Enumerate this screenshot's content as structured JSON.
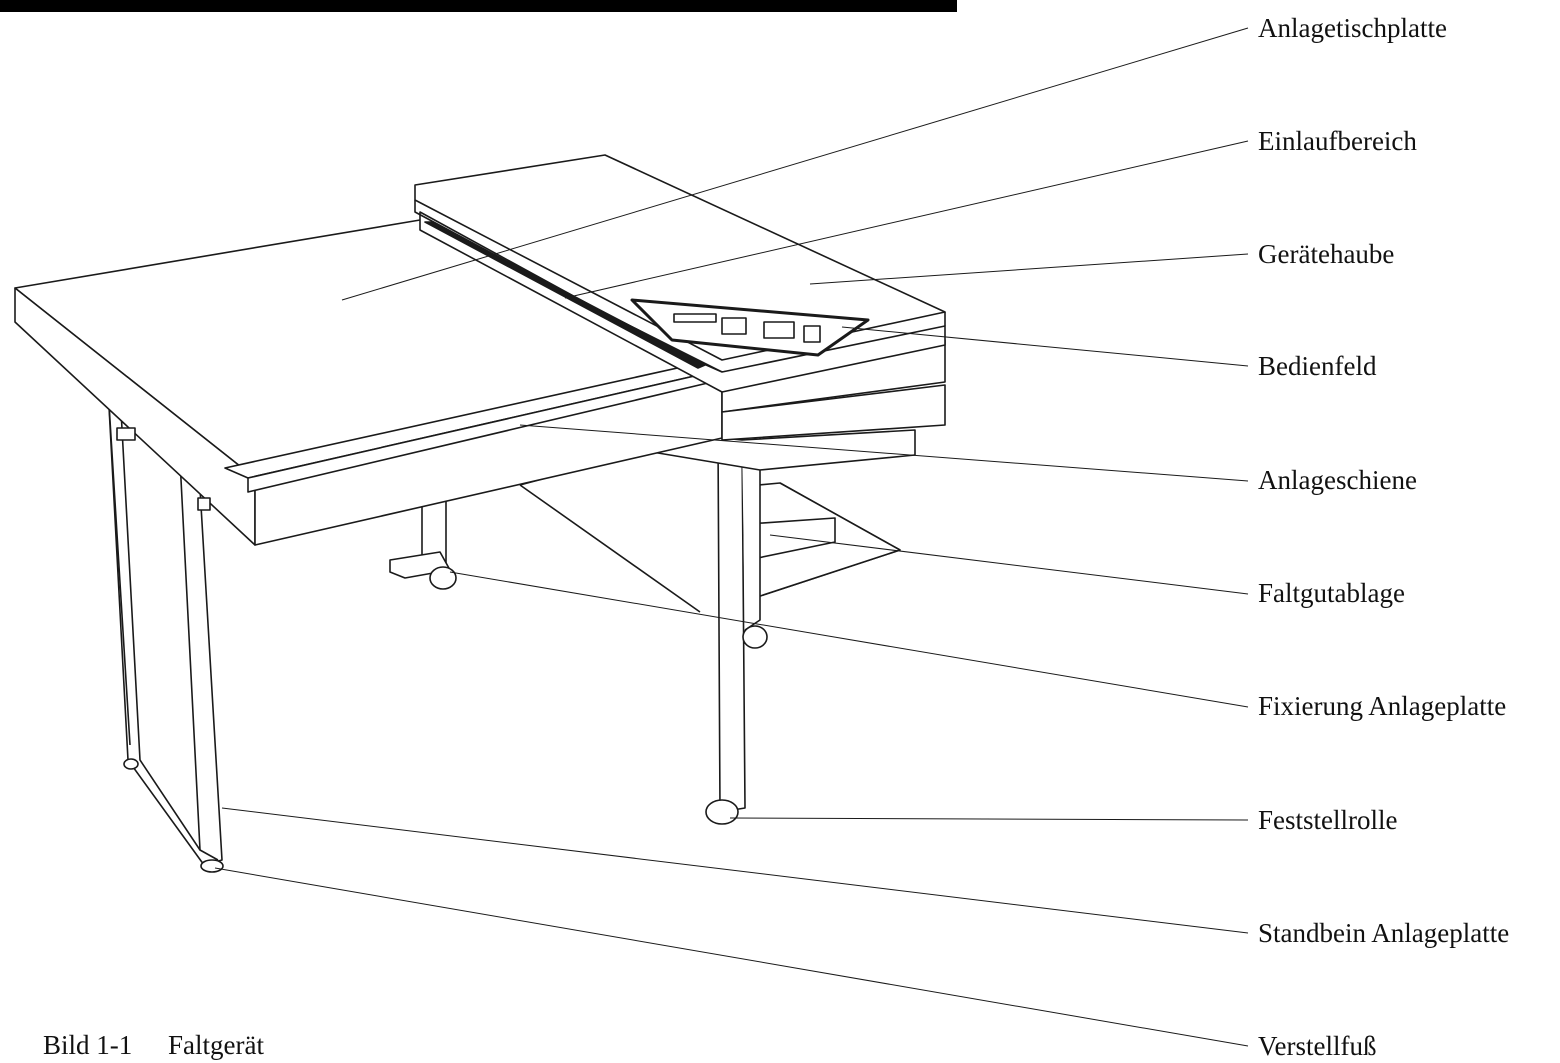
{
  "figure": {
    "caption_number": "Bild 1-1",
    "caption_title": "Faltgerät"
  },
  "labels": [
    {
      "id": "anlagetischplatte",
      "text": "Anlagetischplatte"
    },
    {
      "id": "einlaufbereich",
      "text": "Einlaufbereich"
    },
    {
      "id": "geraetehaube",
      "text": "Gerätehaube"
    },
    {
      "id": "bedienfeld",
      "text": "Bedienfeld"
    },
    {
      "id": "anlageschiene",
      "text": "Anlageschiene"
    },
    {
      "id": "faltgutablage",
      "text": "Faltgutablage"
    },
    {
      "id": "fixierung-anlageplatte",
      "text": "Fixierung Anlageplatte"
    },
    {
      "id": "feststellrolle",
      "text": "Feststellrolle"
    },
    {
      "id": "standbein-anlageplatte",
      "text": "Standbein Anlageplatte"
    },
    {
      "id": "verstellfuss",
      "text": "Verstellfuß"
    }
  ],
  "colors": {
    "line": "#1a1a1a",
    "header_bar": "#000000"
  }
}
